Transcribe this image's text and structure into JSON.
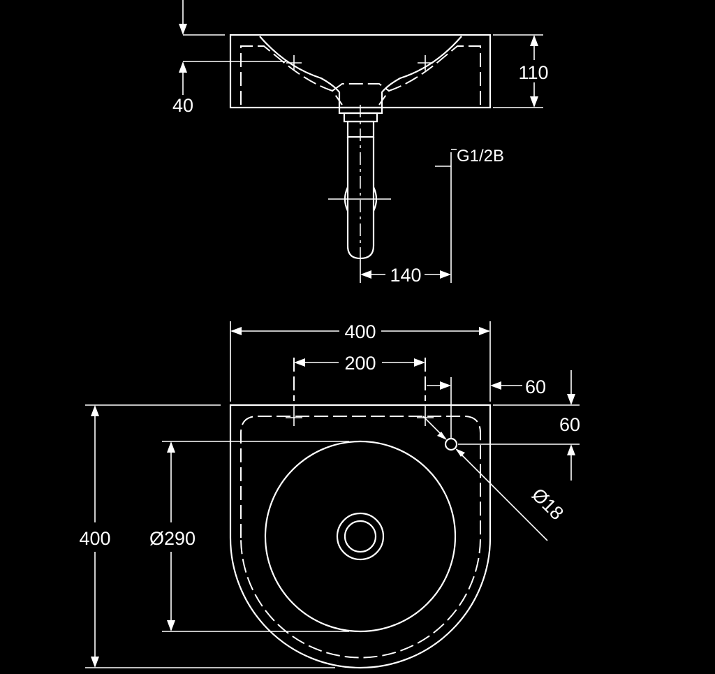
{
  "side_view": {
    "dim_height": "110",
    "dim_offset": "40",
    "dim_outlet": "140",
    "thread": "G1/2B"
  },
  "top_view": {
    "dim_width": "400",
    "dim_holes": "200",
    "dim_tap_x": "60",
    "dim_tap_y": "60",
    "dim_depth": "400",
    "dim_bowl": "Ø290",
    "dim_tap_hole": "Ø18"
  }
}
